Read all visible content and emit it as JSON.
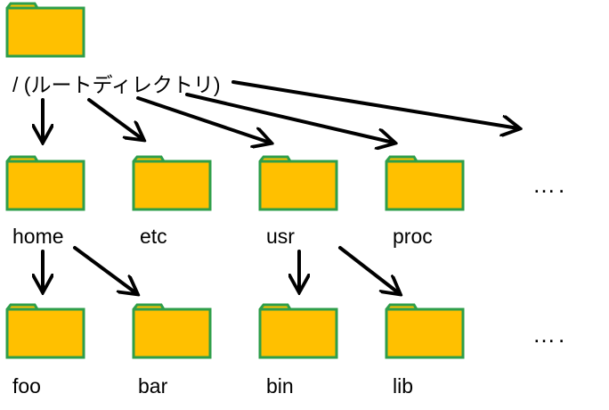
{
  "diagram": {
    "root": {
      "label": "/ (ルートディレクトリ)"
    },
    "level1": [
      {
        "label": "home"
      },
      {
        "label": "etc"
      },
      {
        "label": "usr"
      },
      {
        "label": "proc"
      }
    ],
    "level2": [
      {
        "label": "foo"
      },
      {
        "label": "bar"
      },
      {
        "label": "bin"
      },
      {
        "label": "lib"
      }
    ],
    "continuation_1": "….",
    "continuation_2": "….",
    "colors": {
      "folder_fill": "#ffc000",
      "folder_stroke": "#2e9e4a",
      "arrow": "#000000"
    }
  }
}
